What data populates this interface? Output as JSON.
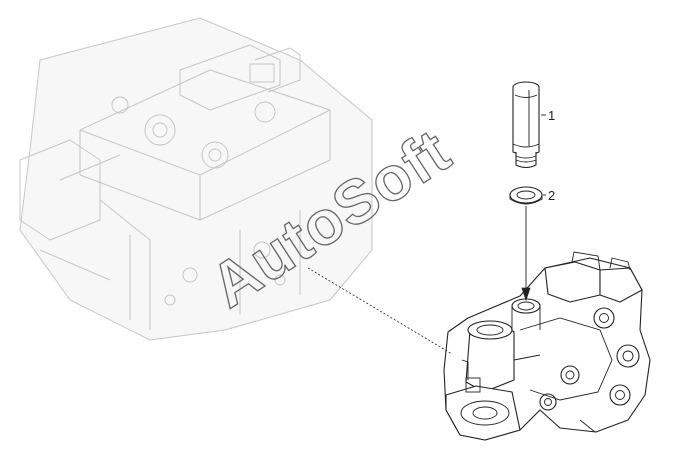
{
  "callouts": [
    {
      "id": "1",
      "label": "1"
    },
    {
      "id": "2",
      "label": "2"
    }
  ],
  "watermark": "AutoSoft",
  "colors": {
    "line": "#222222",
    "ghost_line": "#c6c6c6",
    "watermark_outline": "#666666",
    "background": "#ffffff"
  }
}
